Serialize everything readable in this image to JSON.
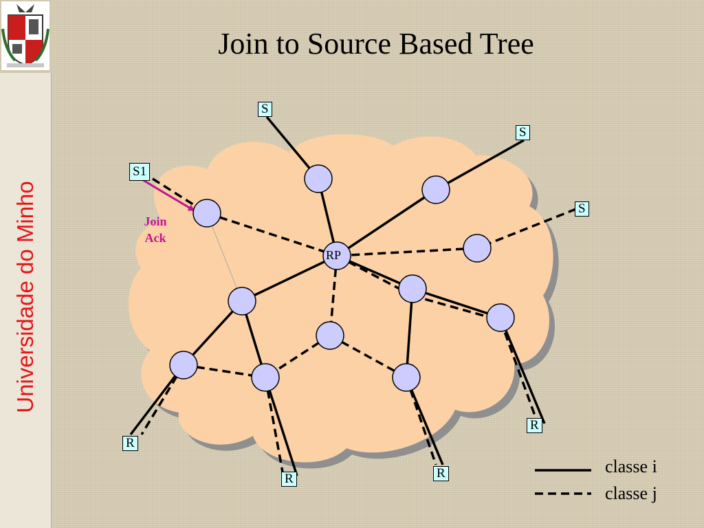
{
  "slide": {
    "title": "Join to Source Based Tree"
  },
  "sidebar": {
    "university_name": "Universidade do Minho"
  },
  "diagram": {
    "sources": [
      "S",
      "S",
      "S",
      "S1"
    ],
    "receivers": [
      "R",
      "R",
      "R",
      "R"
    ],
    "rendezvous_point": "RP",
    "message": "Join Ack"
  },
  "legend": {
    "solid_label": "classe i",
    "dashed_label": "classe j"
  },
  "colors": {
    "cloud": "#fcd1a6",
    "router": "#ccccff",
    "label_box": "#ccffff",
    "join_arrow": "#c0158f",
    "university_text": "#e4161b"
  }
}
